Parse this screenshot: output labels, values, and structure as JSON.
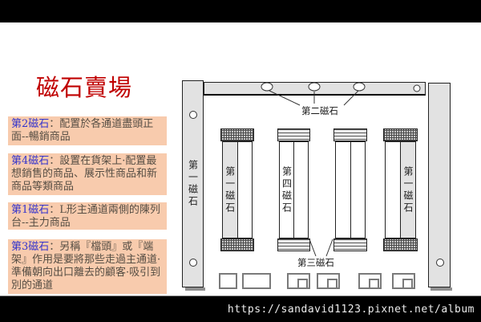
{
  "title": "磁石賣場",
  "notes": [
    {
      "label": "第2磁石",
      "text": "：配置於各通道盡頭正面--暢銷商品"
    },
    {
      "label": "第4磁石",
      "text": "：設置在貨架上·配置最想銷售的商品、展示性商品和新商品等類商品"
    },
    {
      "label": "第1磁石",
      "text": "：L形主通道兩側的陳列台--主力商品"
    },
    {
      "label": "第3磁石",
      "text": "：另稱『檔頭』或『端架』作用是要將那些走過主通道·準備朝向出口離去的顧客·吸引到別的通道"
    }
  ],
  "diagram": {
    "wall_left_label": "第一磁石",
    "magnet2_label": "第二磁石",
    "magnet3_label": "第三磁石",
    "shelves": [
      "第一磁石",
      "第四磁石",
      "",
      "第一磁石"
    ]
  },
  "footer": {
    "url": "https://sandavid1123.pixnet.net/album"
  },
  "colors": {
    "title_red": "#c00000",
    "note_background": "#f8cbad",
    "note_label_blue": "#3333cc",
    "note_text": "#564e44",
    "wall_gray": "#e2e2e2"
  }
}
